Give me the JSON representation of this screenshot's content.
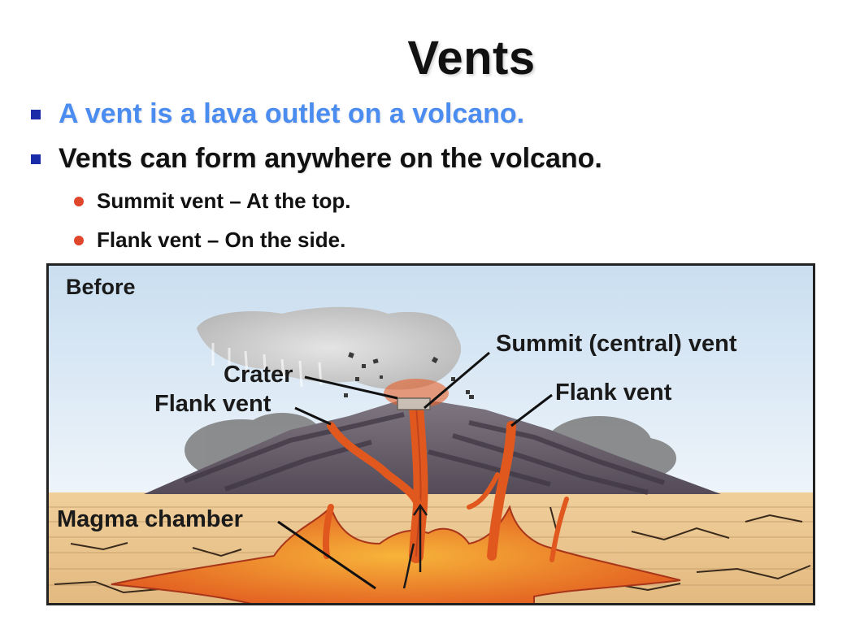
{
  "slide": {
    "title": "Vents",
    "bullets": [
      {
        "text": "A vent is a lava outlet on a volcano.",
        "color": "#4a8cf0"
      },
      {
        "text": "Vents can form anywhere on the volcano.",
        "color": "#111111"
      }
    ],
    "sub_bullets": [
      {
        "text": "Summit vent – At the top."
      },
      {
        "text": "Flank vent – On the side."
      }
    ],
    "bullet_colors": {
      "square": "#1a2ca8",
      "dot": "#e0462c"
    }
  },
  "diagram": {
    "labels": {
      "before": "Before",
      "summit_vent": "Summit (central) vent",
      "crater": "Crater",
      "flank_vent_left": "Flank vent",
      "flank_vent_right": "Flank vent",
      "magma_chamber": "Magma chamber"
    },
    "colors": {
      "sky": "#dbe9f5",
      "ground": "#e8c48f",
      "lava": "#e8602a",
      "volcano": "#6e6572",
      "frame": "#222222"
    }
  }
}
